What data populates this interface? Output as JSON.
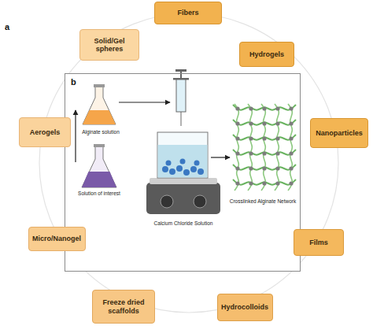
{
  "diagram": {
    "nodes": [
      {
        "text": [
          "Fibers"
        ]
      },
      {
        "text": [
          "Solid/Gel spheres"
        ]
      },
      {
        "text": [
          "Hydrogels"
        ]
      },
      {
        "text": [
          "b"
        ]
      },
      {
        "text": [
          "Aerogels"
        ]
      },
      {
        "text": [
          "Nanoparticles"
        ]
      },
      {
        "text": [
          "Micro/Nanogel"
        ]
      },
      {
        "text": [
          "Films"
        ]
      },
      {
        "text": [
          "Freeze dried scaffolds"
        ]
      },
      {
        "text": [
          "Hydrocolloids"
        ]
      }
    ],
    "labels": [
      "a",
      "Alginate solution",
      "Solution of interest",
      "Calcium Chloride Solution",
      "Crosslinked Alginate Network"
    ]
  }
}
